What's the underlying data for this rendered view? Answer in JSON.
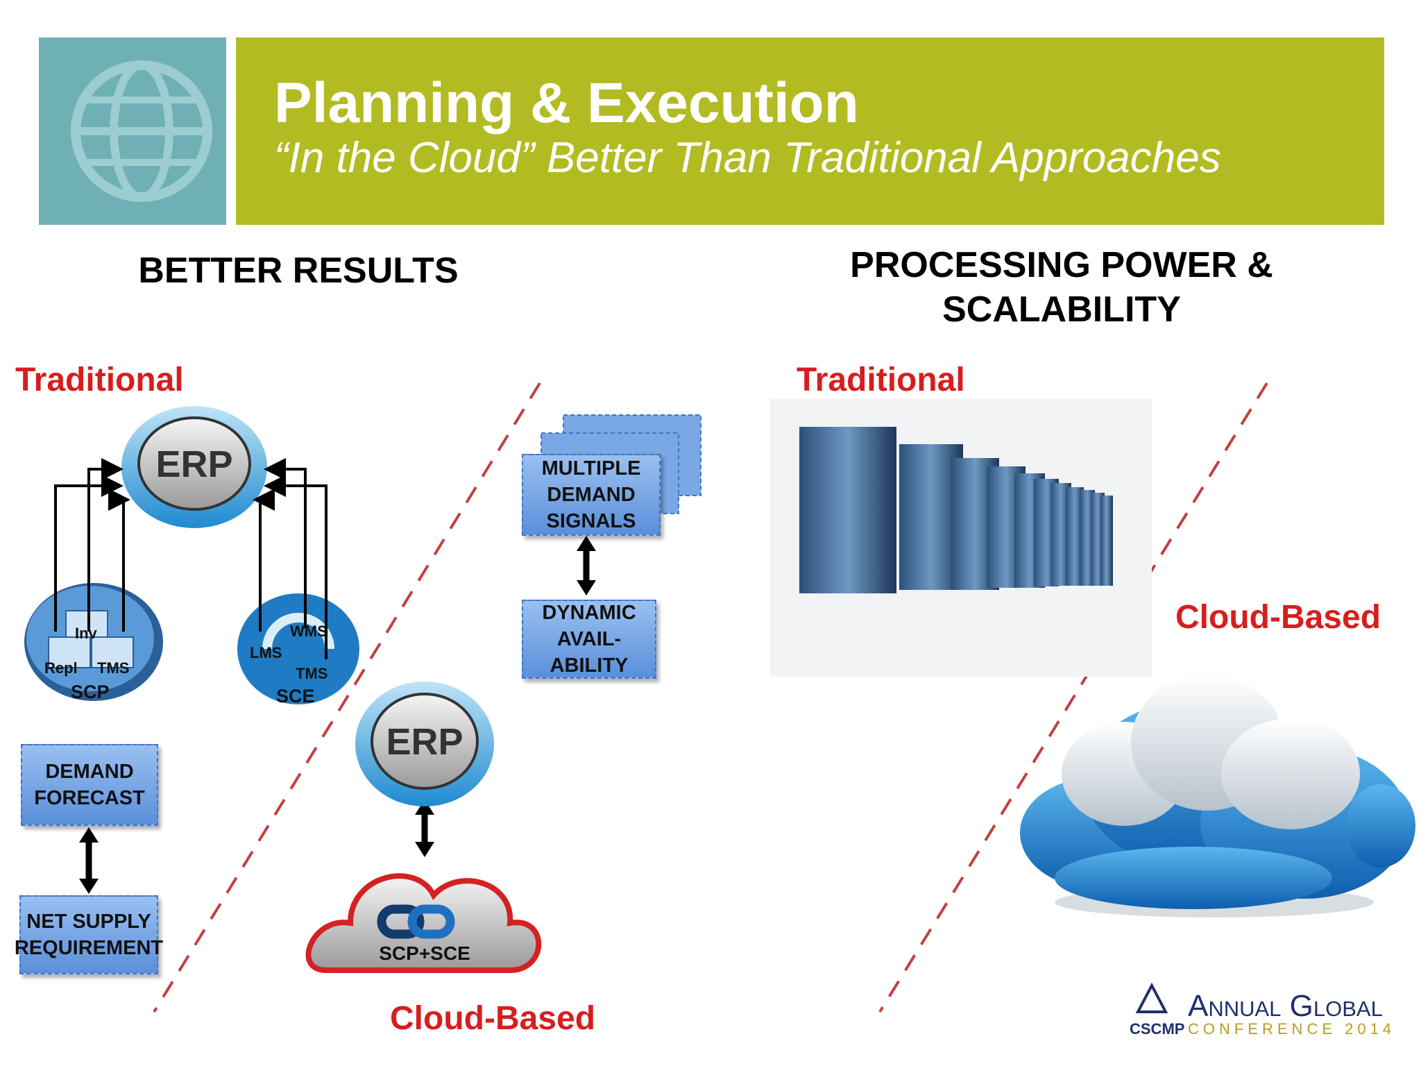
{
  "header": {
    "title": "Planning & Execution",
    "subtitle": "“In the Cloud” Better Than Traditional Approaches"
  },
  "left_section": {
    "heading": "BETTER RESULTS",
    "traditional_label": "Traditional",
    "cloud_label": "Cloud-Based",
    "erp_label": "ERP",
    "scp": {
      "label": "SCP",
      "inv": "Inv",
      "repl": "Repl",
      "tms": "TMS"
    },
    "sce": {
      "label": "SCE",
      "wms": "WMS",
      "lms": "LMS",
      "tms": "TMS"
    },
    "demand_forecast": "DEMAND FORECAST",
    "net_supply": "NET SUPPLY REQUIREMENT",
    "multiple_demand": "MULTIPLE DEMAND SIGNALS",
    "dynamic_avail": "DYNAMIC AVAIL-ABILITY",
    "cloud_erp_label": "ERP",
    "cloud_combined": "SCP+SCE"
  },
  "right_section": {
    "heading": "PROCESSING POWER & SCALABILITY",
    "traditional_label": "Traditional",
    "cloud_label": "Cloud-Based"
  },
  "footer": {
    "annual": "Annual Global",
    "org": "CSCMP",
    "conference": "CONFERENCE 2014"
  },
  "colors": {
    "header_green": "#b3bb22",
    "header_teal": "#6fb0b4",
    "accent_red": "#d71e1e",
    "box_blue": "#5a8fda"
  }
}
